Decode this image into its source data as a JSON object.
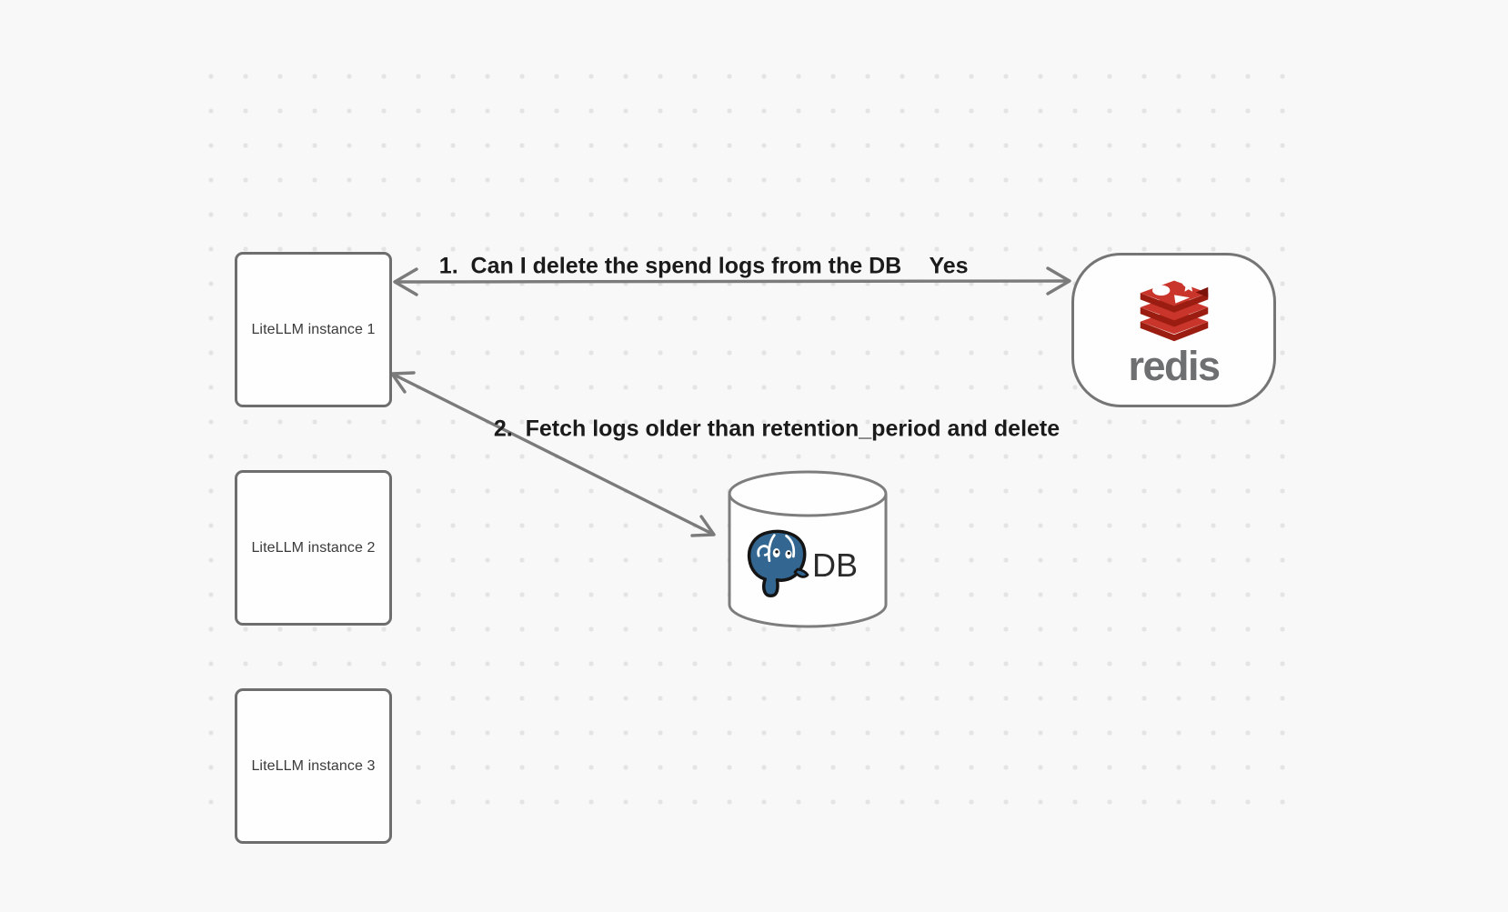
{
  "canvas": {
    "background_color": "#f8f8f8",
    "dot_color": "#e4e4e4"
  },
  "nodes": {
    "instances": [
      {
        "label": "LiteLLM instance 1"
      },
      {
        "label": "LiteLLM instance 2"
      },
      {
        "label": "LiteLLM instance 3"
      }
    ],
    "redis": {
      "label": "redis",
      "icon": "redis-stack-icon",
      "brand_red": "#c9352a",
      "brand_red_dark": "#9b1c10",
      "wordmark_color": "#6d6f71"
    },
    "database": {
      "label": "DB",
      "icon": "postgresql-elephant-icon",
      "logo_color": "#336791"
    }
  },
  "connections": [
    {
      "from": "LiteLLM instance 1",
      "to": "redis",
      "direction": "bidirectional",
      "label": "1.  Can I delete the spend logs from the DB",
      "response": "Yes"
    },
    {
      "from": "LiteLLM instance 1",
      "to": "DB",
      "direction": "bidirectional",
      "label": "2.  Fetch logs older than retention_period and delete"
    }
  ]
}
